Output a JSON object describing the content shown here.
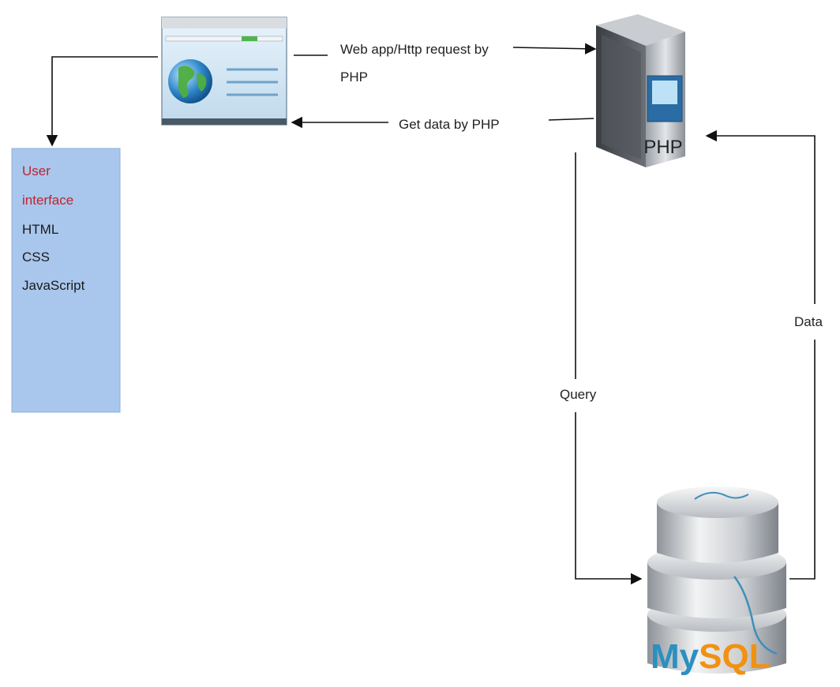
{
  "ui_box": {
    "title_line1": "User",
    "title_line2": "interface",
    "items": [
      "HTML",
      "CSS",
      "JavaScript"
    ]
  },
  "server": {
    "label": "PHP"
  },
  "database": {
    "logo_text": "MySQL"
  },
  "edges": {
    "request_line1": "Web app/Http request by",
    "request_line2": "PHP",
    "get_data": "Get data by PHP",
    "query": "Query",
    "data": "Data"
  },
  "colors": {
    "ui_box_fill": "#a9c7ec",
    "ui_title": "#c0232f",
    "mysql_blue": "#2c8fc0",
    "mysql_orange": "#f29111"
  },
  "icons": [
    "browser-window-icon",
    "globe-icon",
    "php-server-icon",
    "mysql-database-icon"
  ]
}
